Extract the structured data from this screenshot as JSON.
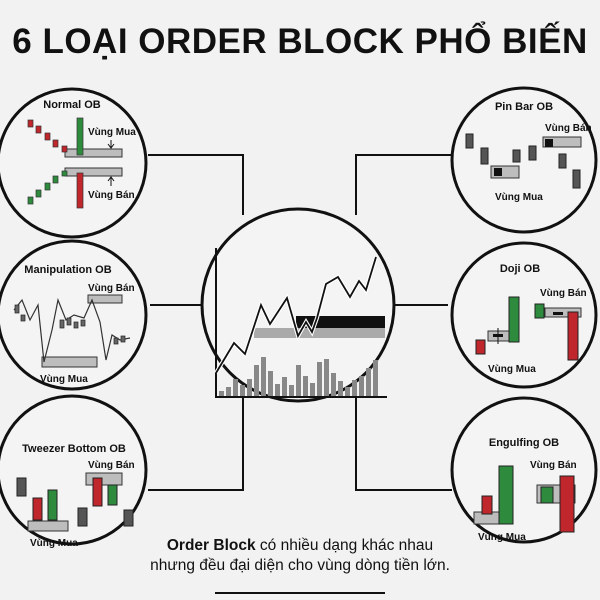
{
  "title": "6 LOẠI ORDER BLOCK PHỔ BIẾN",
  "panels": {
    "normal": {
      "title": "Normal OB",
      "buy": "Vùng Mua",
      "sell": "Vùng Bán"
    },
    "manipulation": {
      "title": "Manipulation OB",
      "buy": "Vùng Mua",
      "sell": "Vùng Bán"
    },
    "tweezer": {
      "title": "Tweezer Bottom OB",
      "buy": "Vùng Mua",
      "sell": "Vùng Bán"
    },
    "pinbar": {
      "title": "Pin Bar OB",
      "buy": "Vùng Mua",
      "sell": "Vùng Bán"
    },
    "doji": {
      "title": "Doji OB",
      "buy": "Vùng Mua",
      "sell": "Vùng Bán"
    },
    "engulfing": {
      "title": "Engulfing OB",
      "buy": "Vùng Mua",
      "sell": "Vùng Bán"
    }
  },
  "caption": {
    "bold": "Order Block",
    "line1_rest": " có nhiều dạng khác nhau",
    "line2": "nhưng đều đại diện cho vùng dòng tiền lớn."
  },
  "colors": {
    "green": "#2e8b3e",
    "red": "#c0272d",
    "gray": "#555555",
    "zone": "#bdbdbd"
  }
}
